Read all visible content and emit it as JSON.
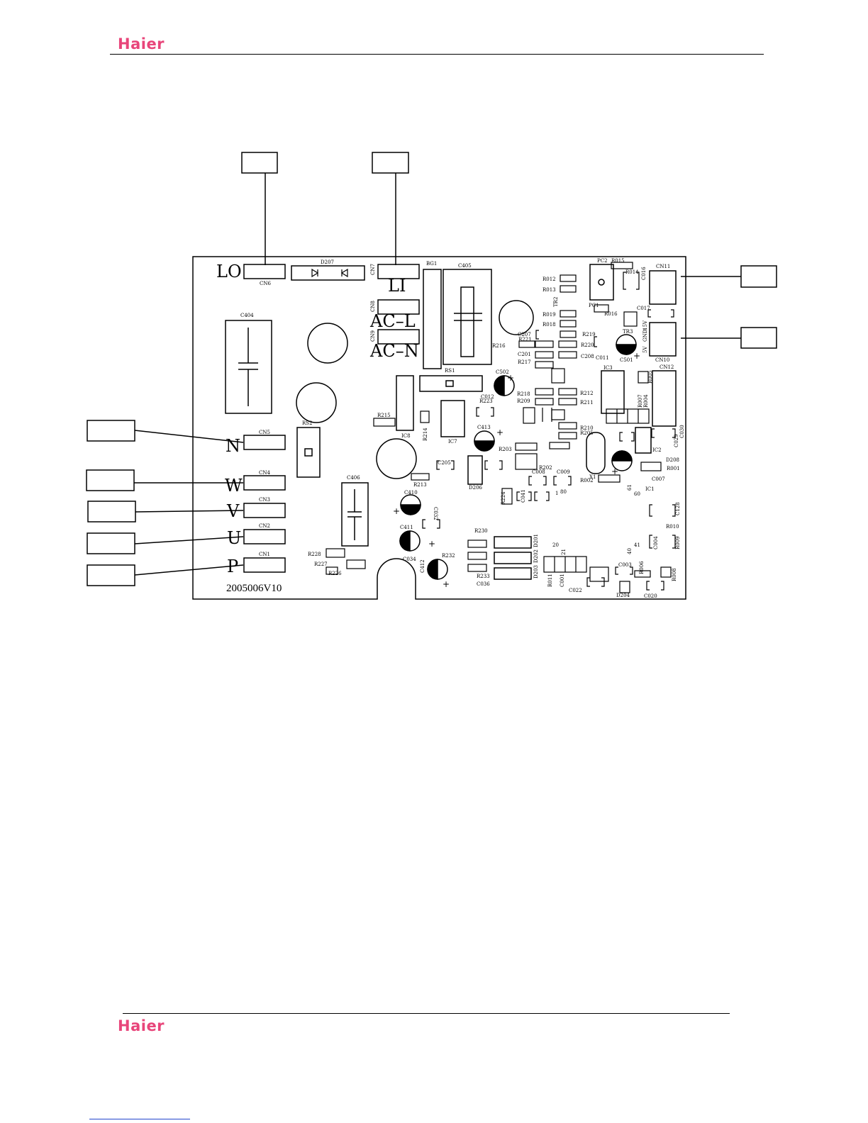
{
  "header": {
    "brand": "Haier",
    "brand_color": "#e8457a"
  },
  "footer": {
    "brand": "Haier"
  },
  "board": {
    "serial": "2005006V10",
    "terminals": {
      "lo": "LO",
      "li": "LI",
      "ac_l": "AC–L",
      "ac_n": "AC–N",
      "n": "N",
      "w": "W",
      "v": "V",
      "u": "U",
      "p": "P"
    },
    "connectors": {
      "cn6": "CN6",
      "cn7": "CN7",
      "cn8": "CN8",
      "cn9": "CN9",
      "cn5": "CN5",
      "cn4": "CN4",
      "cn3": "CN3",
      "cn2": "CN2",
      "cn1": "CN1",
      "cn11": "CN11",
      "cn10": "CN10",
      "cn12": "CN12"
    },
    "parts": {
      "d207": "D207",
      "bg1": "BG1",
      "c405": "C405",
      "c404": "C404",
      "c406": "C406",
      "rs1": "RS1",
      "rs2": "RS2",
      "c502": "C502",
      "c413": "C413",
      "c410": "C410",
      "c411": "C411",
      "c412": "C412",
      "c501": "C501",
      "c034": "C034",
      "c036": "C036",
      "ic8": "IC8",
      "ic7": "IC7",
      "ic3": "IC3",
      "ic2": "IC2",
      "ic1": "IC1",
      "pc1": "PC1",
      "pc2": "PC2",
      "tr2": "TR2",
      "tr3": "TR3",
      "d206": "D206",
      "d204": "D204",
      "d208": "D208",
      "x1": "X1",
      "r012": "R012",
      "r013": "R013",
      "r019": "R019",
      "r018": "R018",
      "r015": "R015",
      "r014": "R014",
      "r016": "R016",
      "r216": "R216",
      "r221": "R221",
      "c207": "C207",
      "c201": "C201",
      "r217": "R217",
      "r219": "R219",
      "r220": "R220",
      "c208": "C208",
      "c011": "C011",
      "c017": "C017",
      "c016": "C016",
      "r218": "R218",
      "r209": "R209",
      "r212": "R212",
      "r211": "R211",
      "r210": "R210",
      "r205": "R205",
      "r215": "R215",
      "r214": "R214",
      "r223": "R223",
      "c012": "C012",
      "r203": "R203",
      "r202": "R202",
      "c008": "C008",
      "c009": "C009",
      "c205": "C205",
      "r213": "R213",
      "r224": "R224",
      "r002": "R002",
      "r001": "R001",
      "c007": "C007",
      "r010": "R010",
      "r009": "R009",
      "r008": "R008",
      "c020": "C020",
      "c003": "C003",
      "c004": "C004",
      "r006": "R006",
      "r230": "R230",
      "r232": "R232",
      "r233": "R233",
      "r228": "R228",
      "r227": "R227",
      "r226": "R226",
      "r011": "R011",
      "c001": "C001",
      "c022": "C022",
      "c128": "C128",
      "c029": "C029",
      "c030": "C030",
      "r005": "R005",
      "r007": "R007",
      "r004": "R004",
      "d201": "D201",
      "d202": "D202",
      "d203": "D203",
      "c032": "C032",
      "c041": "C041",
      "pin1": "1",
      "pin80": "80",
      "pin20": "20",
      "pin21": "21",
      "pin40": "40",
      "pin41": "41",
      "pin61": "61",
      "pin60": "60",
      "cn10_5v": "5V",
      "cn10_gnd": "GND",
      "cn10_15v": "15V"
    }
  }
}
